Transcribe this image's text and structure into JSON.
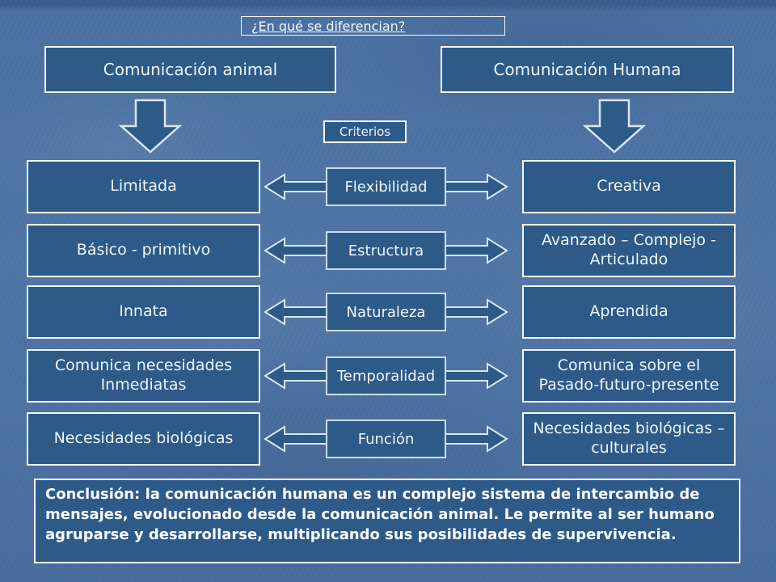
{
  "title": "¿En qué se diferencian?",
  "headers": {
    "left": "Comunicación animal",
    "right": "Comunicación Humana"
  },
  "criteria_label": "Criterios",
  "rows": [
    {
      "left": "Limitada",
      "center": "Flexibilidad",
      "right": "Creativa"
    },
    {
      "left": "Básico - primitivo",
      "center": "Estructura",
      "right": "Avanzado – Complejo - Articulado"
    },
    {
      "left": "Innata",
      "center": "Naturaleza",
      "right": "Aprendida"
    },
    {
      "left": "Comunica necesidades Inmediatas",
      "center": "Temporalidad",
      "right": "Comunica sobre el Pasado-futuro-presente"
    },
    {
      "left": "Necesidades biológicas",
      "center": "Función",
      "right": "Necesidades biológicas – culturales"
    }
  ],
  "conclusion": "Conclusión: la comunicación humana es un complejo sistema de intercambio de mensajes, evolucionado desde la comunicación animal. Le permite al ser humano agruparse y desarrollarse, multiplicando sus posibilidades de supervivencia.",
  "colors": {
    "background": "#4f74a3",
    "box_fill": "#2e5a88",
    "box_border": "#f2f7fc",
    "text": "#eef5fb"
  }
}
